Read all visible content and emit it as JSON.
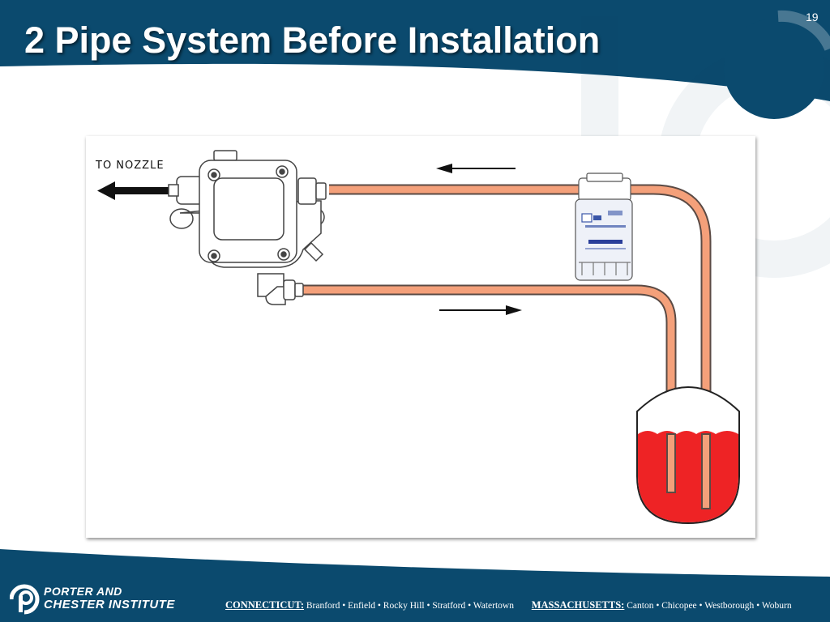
{
  "slide": {
    "title": "2 Pipe System Before Installation",
    "number": "19",
    "colors": {
      "header_blue": "#0b4a6e",
      "pipe_orange": "#f4a07a",
      "oil_red": "#ee2325"
    }
  },
  "diagram": {
    "to_nozzle_label": "TO NOZZLE",
    "components": [
      "oil-pump-icon",
      "oil-filter-icon",
      "oil-tank-icon",
      "supply-line",
      "return-line"
    ]
  },
  "footer": {
    "brand_line_1": "PORTER AND",
    "brand_line_2": "CHESTER INSTITUTE",
    "connecticut_label": "CONNECTICUT:",
    "connecticut_towns": "Branford • Enfield • Rocky Hill • Stratford • Watertown",
    "massachusetts_label": "MASSACHUSETTS:",
    "massachusetts_towns": "Canton • Chicopee • Westborough • Woburn"
  }
}
